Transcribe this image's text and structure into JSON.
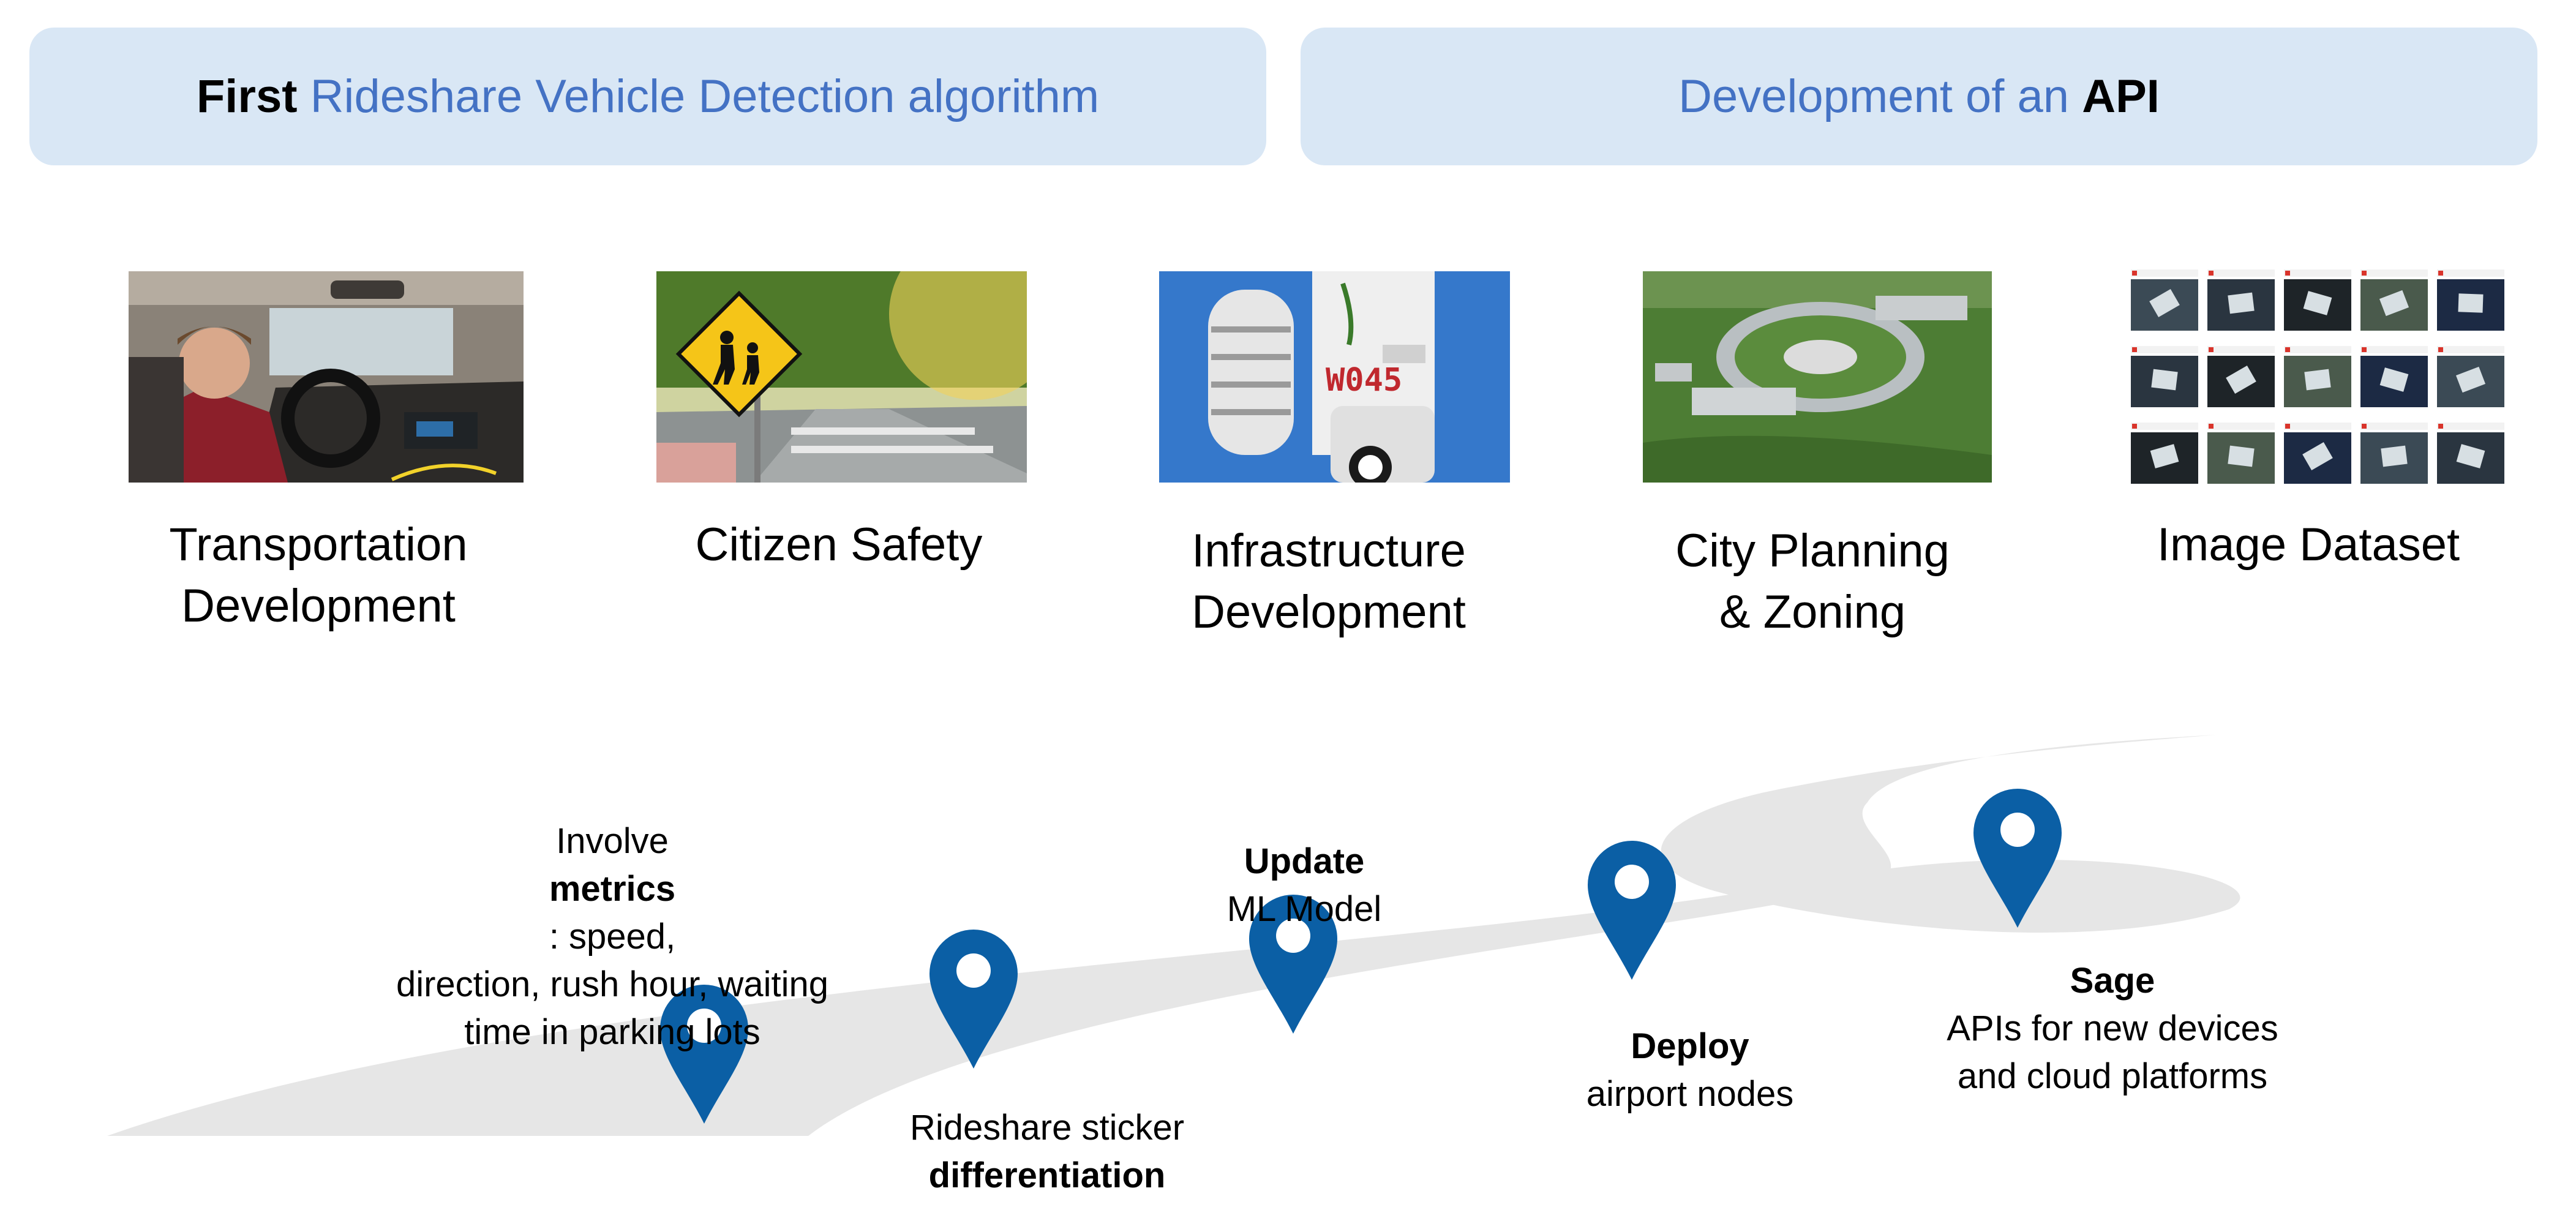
{
  "banners": {
    "left": {
      "bold": "First",
      "rest": "Rideshare Vehicle Detection algorithm"
    },
    "right": {
      "rest": "Development of an",
      "bold": "API"
    }
  },
  "applications": [
    {
      "line1": "Transportation",
      "line2": "Development",
      "image": "driver-in-car-photo"
    },
    {
      "line1": "Citizen Safety",
      "line2": "",
      "image": "school-crossing-sign-photo"
    },
    {
      "line1": "Infrastructure",
      "line2": "Development",
      "image": "sensor-node-photo"
    },
    {
      "line1": "City Planning",
      "line2": "& Zoning",
      "image": "aerial-campus-photo"
    },
    {
      "line1": "Image Dataset",
      "line2": "",
      "image": "dataset-grid-screenshot"
    }
  ],
  "sensor_label": "W045",
  "milestones": [
    {
      "pre": "Involve ",
      "bold": "metrics",
      "post": ": speed,",
      "line2": "direction, rush hour, waiting",
      "line3": "time in parking lots"
    },
    {
      "line1": "Rideshare sticker",
      "bold": "differentiation"
    },
    {
      "bold": "Update",
      "post": " ML Model"
    },
    {
      "bold": "Deploy",
      "post": " airport nodes"
    },
    {
      "bold": "Sage",
      "post": " APIs for new devices",
      "line2": "and cloud platforms"
    }
  ],
  "colors": {
    "banner_bg": "#d9e7f5",
    "accent": "#4472c4",
    "pin": "#0b5fa5",
    "road": "#e6e6e6"
  }
}
